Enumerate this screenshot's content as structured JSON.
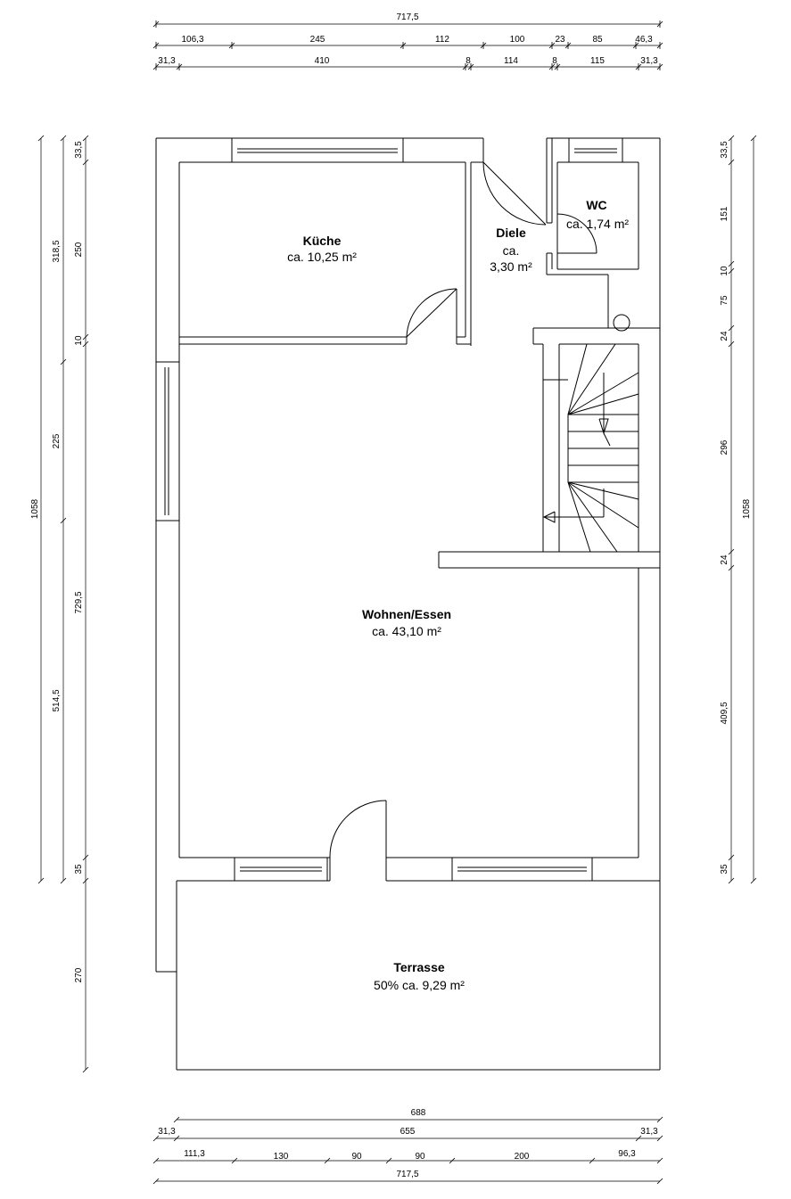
{
  "rooms": {
    "kueche": {
      "name": "Küche",
      "area": "ca. 10,25 m²"
    },
    "diele": {
      "name": "Diele",
      "area_line1": "ca.",
      "area_line2": "3,30 m²"
    },
    "wc": {
      "name": "WC",
      "area": "ca. 1,74 m²"
    },
    "wohnen": {
      "name": "Wohnen/Essen",
      "area": "ca. 43,10 m²"
    },
    "terrasse": {
      "name": "Terrasse",
      "area": "50% ca. 9,29 m²"
    }
  },
  "dimensions": {
    "top_total": "717,5",
    "top_row2": [
      "106,3",
      "245",
      "112",
      "100",
      "23",
      "85",
      "46,3"
    ],
    "top_row3": [
      "31,3",
      "410",
      "8",
      "114",
      "8",
      "115",
      "31,3"
    ],
    "left_outer": "1058",
    "left_mid": [
      "318,5",
      "225",
      "514,5"
    ],
    "left_inner": [
      "33,5",
      "250",
      "10",
      "729,5",
      "35",
      "270"
    ],
    "right_inner": [
      "33,5",
      "151",
      "10",
      "75",
      "24",
      "296",
      "24",
      "409,5",
      "35"
    ],
    "right_outer": "1058",
    "bottom_row1": "688",
    "bottom_row2": [
      "31,3",
      "655",
      "31,3"
    ],
    "bottom_row3": [
      "111,3",
      "130",
      "90",
      "90",
      "200",
      "96,3"
    ],
    "bottom_total": "717,5"
  }
}
